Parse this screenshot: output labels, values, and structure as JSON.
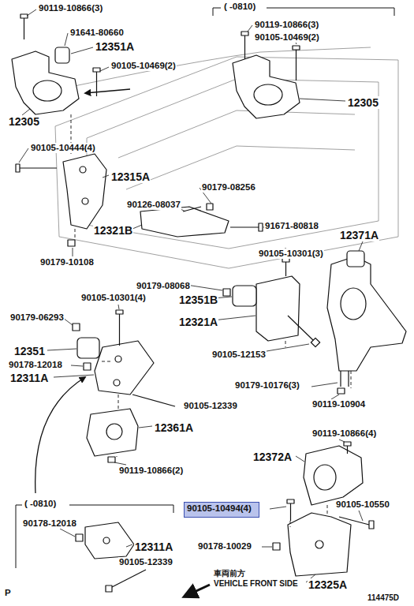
{
  "diagram": {
    "nodes": [
      {
        "text": [
          "90105-10494(4)"
        ]
      }
    ],
    "labels": [
      "( -0810)",
      "90119-10866(3)",
      "91641-80660",
      "12351A",
      "90105-10469(2)",
      "12305",
      "90119-10866(3)",
      "90105-10469(2)",
      "12305",
      "90105-10444(4)",
      "12315A",
      "90179-08256",
      "90126-08037",
      "12321B",
      "91671-80818",
      "12371A",
      "90179-10108",
      "90105-10301(3)",
      "90179-08068",
      "12351B",
      "90105-10301(4)",
      "90179-06293",
      "12321A",
      "12351",
      "90178-12018",
      "12311A",
      "90105-12153",
      "90179-10176(3)",
      "90119-10904",
      "90105-12339",
      "12361A",
      "90119-10866(2)",
      "90119-10866(4)",
      "12372A",
      "90105-10550",
      "( -0810)",
      "90178-12018",
      "12311A",
      "90178-10029",
      "90105-12339",
      "車両前方",
      "VEHICLE FRONT SIDE",
      "12325A",
      "P",
      "114475D"
    ]
  }
}
